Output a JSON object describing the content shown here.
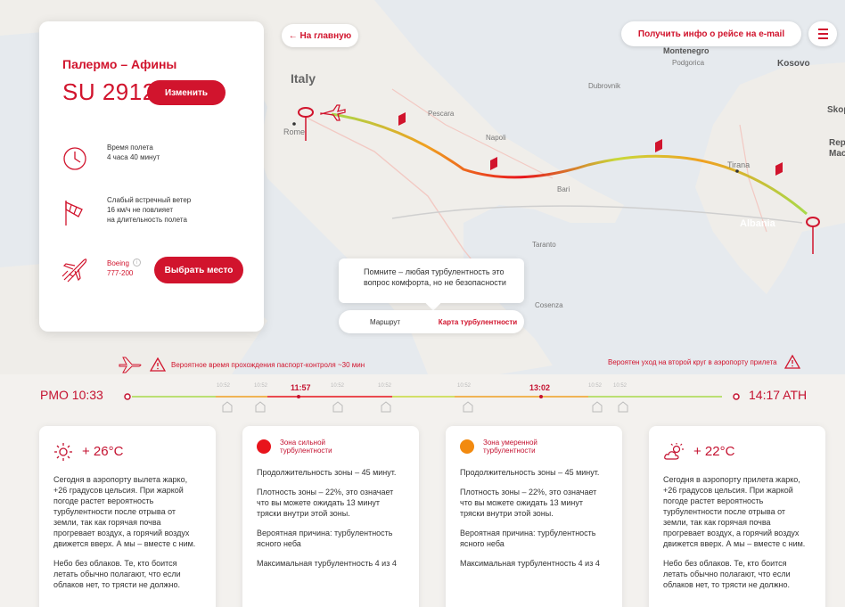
{
  "map": {
    "labels": {
      "italy": "Italy",
      "rome": "Rome",
      "montenegro": "Montenegro",
      "podgorica": "Podgorica",
      "kosovo": "Kosovo",
      "albania": "Albania",
      "tirana": "Tirana",
      "skopje": "Skopj",
      "rep": "Rep",
      "mac": "Mac",
      "pescara": "Pescara",
      "napoli": "Napoli",
      "bari": "Bari",
      "taranto": "Taranto",
      "cosenza": "Cosenza",
      "dubrovnik": "Dubrovnik"
    }
  },
  "nav": {
    "back_label": "← На главную",
    "email_label": "Получить инфо о рейсе на e-mail"
  },
  "flight": {
    "route": "Палермо – Афины",
    "number": "SU 2912",
    "change_label": "Изменить",
    "duration_line1": "Время полета",
    "duration_line2": "4 часа 40 минут",
    "wind_line1": "Слабый встречный ветер",
    "wind_line2": "16 км/ч не повлияет",
    "wind_line3": "на длительность полета",
    "aircraft_line1": "Boeing",
    "aircraft_line2": "777-200",
    "seat_label": "Выбрать место"
  },
  "tooltip": {
    "text": "Помните – любая турбулентность это вопрос комфорта, но не безопасности"
  },
  "toggle": {
    "route": "Маршрут",
    "turbulence_map": "Карта турбулентности"
  },
  "warnings": {
    "passport": "Вероятное время прохождения паспорт-контроля ~30 мин",
    "go_around": "Вероятен уход на второй круг в аэропорту прилета"
  },
  "timeline": {
    "dep_code": "PMO",
    "dep_time": "10:33",
    "arr_time": "14:17",
    "arr_code": "ATH",
    "ticks": [
      "10:52",
      "10:52",
      "11:57",
      "10:52",
      "10:52",
      "10:52",
      "13:02",
      "10:52",
      "10:52"
    ]
  },
  "cards": {
    "departure": {
      "temp": "+ 26°C",
      "p1": "Сегодня в аэропорту вылета жарко, +26 градусов цельсия. При жаркой погоде растет вероятность турбулентности после отрыва от земли, так как горячая почва прогревает воздух, а горячий воздух движется вверх. А мы – вместе с ним.",
      "p2": "Небо без облаков. Те, кто боится летать обычно полагают, что если облаков нет, то трясти не должно."
    },
    "strong_zone": {
      "title": "Зона сильной турбулентности",
      "color": "#e8141c",
      "p1": "Продолжительность зоны – 45 минут.",
      "p2": "Плотность зоны – 22%, это означает что вы можете ожидать 13 минут тряски внутри этой зоны.",
      "p3": "Вероятная причина: турбулентность ясного неба",
      "p4": "Максимальная турбулентность 4 из 4"
    },
    "moderate_zone": {
      "title": "Зона умеренной турбулентности",
      "color": "#f28a0f",
      "p1": "Продолжительность зоны – 45 минут.",
      "p2": "Плотность зоны – 22%, это означает что вы можете ожидать 13 минут тряски внутри этой зоны.",
      "p3": "Вероятная причина: турбулентность ясного неба",
      "p4": "Максимальная турбулентность 4 из 4"
    },
    "arrival": {
      "temp": "+ 22°C",
      "p1": "Сегодня в аэропорту прилета жарко, +26 градусов цельсия. При жаркой погоде растет вероятность турбулентности после отрыва от земли, так как горячая почва прогревает воздух, а горячий воздух движется вверх. А мы – вместе с ним.",
      "p2": "Небо без облаков. Те, кто боится летать обычно полагают, что если облаков нет, то трясти не должно."
    }
  },
  "colors": {
    "brand_red": "#d1142d",
    "route_green": "#a8d94a",
    "route_orange": "#f0a020",
    "route_red": "#e8141c"
  }
}
